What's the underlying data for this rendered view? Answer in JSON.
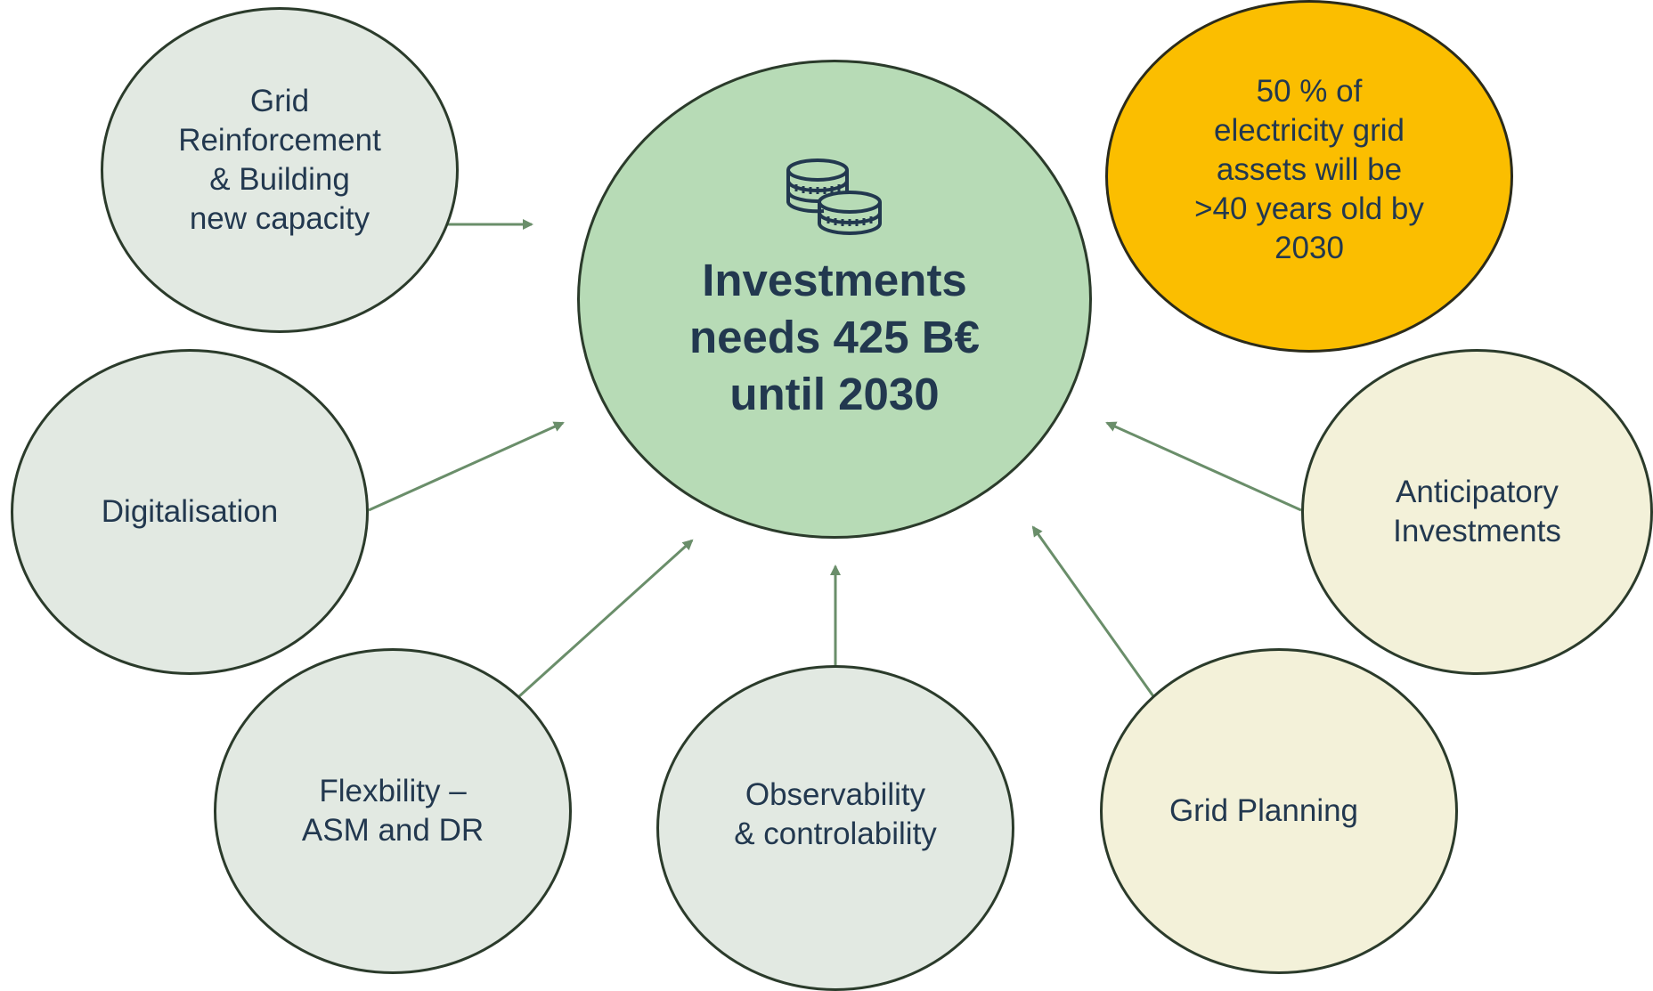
{
  "diagram": {
    "center": {
      "label": "Investments\nneeds 425 B€\nuntil 2030",
      "icon": "coins-icon"
    },
    "nodes": {
      "grid_reinforcement": "Grid\nReinforcement\n& Building\nnew capacity",
      "digitalisation": "Digitalisation",
      "flexibility": "Flexbility –\nASM and DR",
      "observability": "Observability\n& controlability",
      "grid_planning": "Grid Planning",
      "anticipatory": "Anticipatory\nInvestments",
      "aging_assets": "50 % of\nelectricity grid\nassets will be\n>40 years old by\n2030"
    },
    "colors": {
      "center_fill": "#b7dbb6",
      "gray_fill": "#e2e9e2",
      "cream_fill": "#f3f1d9",
      "amber_fill": "#fbbe00",
      "arrow": "#6a8e6a",
      "text": "#22384f"
    }
  }
}
